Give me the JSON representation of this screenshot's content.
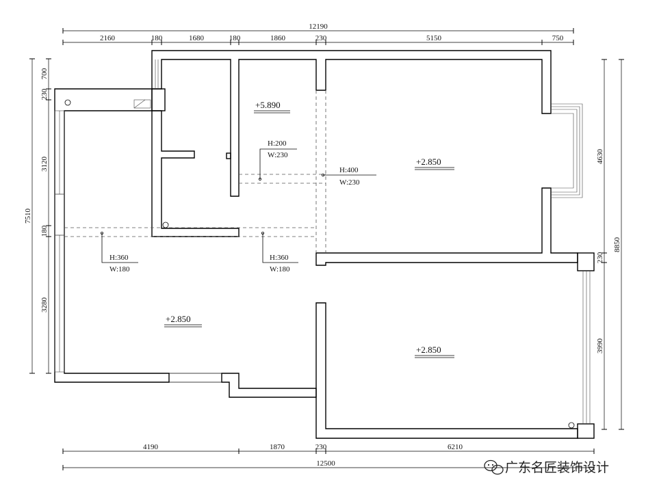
{
  "dims": {
    "top_total": "12190",
    "top_segments": [
      "2160",
      "180",
      "1680",
      "180",
      "1860",
      "230",
      "5150",
      "750"
    ],
    "bottom_segments": [
      "4190",
      "1870",
      "230",
      "6210"
    ],
    "bottom_total": "12500",
    "left_segments": [
      "700",
      "230",
      "3120",
      "180",
      "3280"
    ],
    "left_total": "7510",
    "right_segments": [
      "4630",
      "230",
      "3990"
    ],
    "right_total": "8850"
  },
  "levels": {
    "upper_middle": "+5.890",
    "top_right": "+2.850",
    "living": "+2.850",
    "bottom_right": "+2.850"
  },
  "beams": [
    {
      "h": "H:200",
      "w": "W:230"
    },
    {
      "h": "H:400",
      "w": "W:230"
    },
    {
      "h": "H:360",
      "w": "W:180"
    },
    {
      "h": "H:360",
      "w": "W:180"
    }
  ],
  "watermark": {
    "text": "广东名匠装饰设计",
    "icon": "wechat-icon"
  }
}
